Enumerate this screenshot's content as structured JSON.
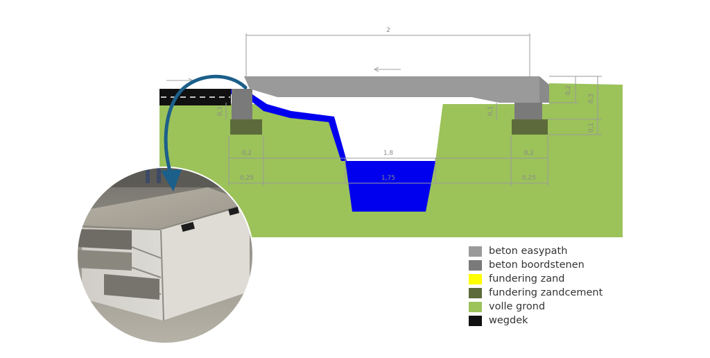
{
  "dimensions": {
    "total_width": "2",
    "inner_width": "1,8",
    "water_width": "1,75",
    "left_curb_width": "0,2",
    "right_curb_width": "0,2",
    "left_foundation_width": "0,25",
    "right_foundation_width": "0,25",
    "slab_thickness": "0,2",
    "total_height": "0,3",
    "foundation_height": "0,1",
    "curb_gap_left": "0,1",
    "curb_gap_right": "0,1"
  },
  "legend": [
    {
      "label": "beton easypath",
      "color": "#9a9a9a"
    },
    {
      "label": "beton boordstenen",
      "color": "#7a7a7a"
    },
    {
      "label": "fundering zand",
      "color": "#ffff00"
    },
    {
      "label": "fundering zandcement",
      "color": "#5d6b3c"
    },
    {
      "label": "volle grond",
      "color": "#9cc25a"
    },
    {
      "label": "wegdek",
      "color": "#111111"
    }
  ],
  "colors": {
    "ground": "#9cc25a",
    "water": "#0000ee",
    "slab": "#9a9a9a",
    "curb": "#7a7a7a",
    "foundation": "#5d6b3c",
    "road": "#111111",
    "arrow": "#1b5f8a"
  }
}
